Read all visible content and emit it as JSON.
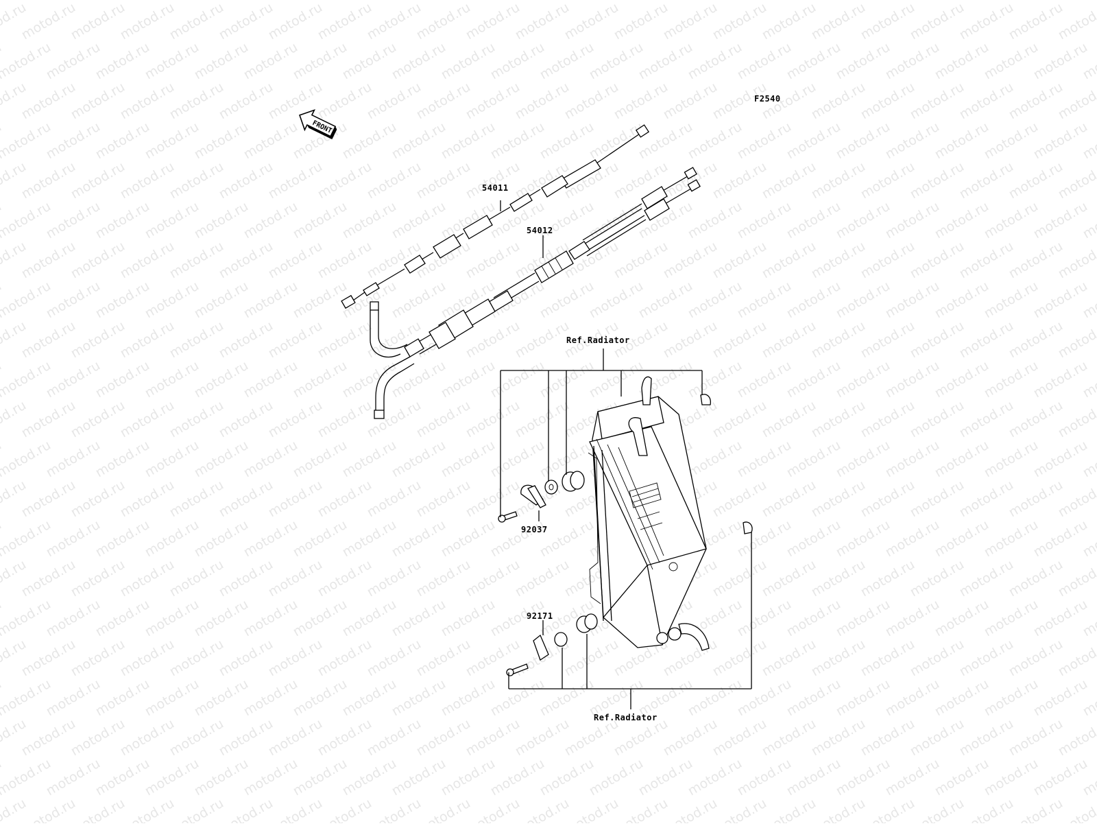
{
  "diagram": {
    "id_code": "F2540",
    "front_label": "FRONT",
    "watermark_text": "motod.ru",
    "parts": [
      {
        "number": "54011"
      },
      {
        "number": "54012"
      },
      {
        "number": "92037"
      },
      {
        "number": "92171"
      }
    ],
    "references": [
      {
        "text": "Ref.Radiator"
      },
      {
        "text": "Ref.Radiator"
      }
    ]
  }
}
